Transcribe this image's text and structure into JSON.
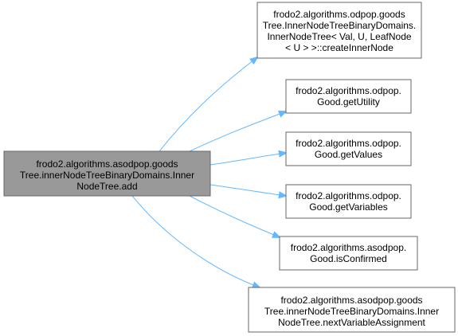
{
  "colors": {
    "edge": "#63b8ff",
    "node_border": "#666666",
    "node_fill": "#ffffff",
    "focus_fill": "#999999",
    "focus_border": "#666666",
    "text": "#000000"
  },
  "source": {
    "lines": [
      "frodo2.algorithms.asodpop.goods",
      "Tree.innerNodeTreeBinaryDomains.Inner",
      "NodeTree.add"
    ]
  },
  "targets": [
    {
      "name": "create-inner-node",
      "lines": [
        "frodo2.algorithms.odpop.goods",
        "Tree.InnerNodeTreeBinaryDomains.",
        "InnerNodeTree< Val, U, LeafNode",
        "< U > >::createInnerNode"
      ]
    },
    {
      "name": "get-utility",
      "lines": [
        "frodo2.algorithms.odpop.",
        "Good.getUtility"
      ]
    },
    {
      "name": "get-values",
      "lines": [
        "frodo2.algorithms.odpop.",
        "Good.getValues"
      ]
    },
    {
      "name": "get-variables",
      "lines": [
        "frodo2.algorithms.odpop.",
        "Good.getVariables"
      ]
    },
    {
      "name": "is-confirmed",
      "lines": [
        "frodo2.algorithms.asodpop.",
        "Good.isConfirmed"
      ]
    },
    {
      "name": "next-variable-assignment",
      "lines": [
        "frodo2.algorithms.asodpop.goods",
        "Tree.innerNodeTreeBinaryDomains.Inner",
        "NodeTree.nextVariableAssignment"
      ]
    }
  ]
}
